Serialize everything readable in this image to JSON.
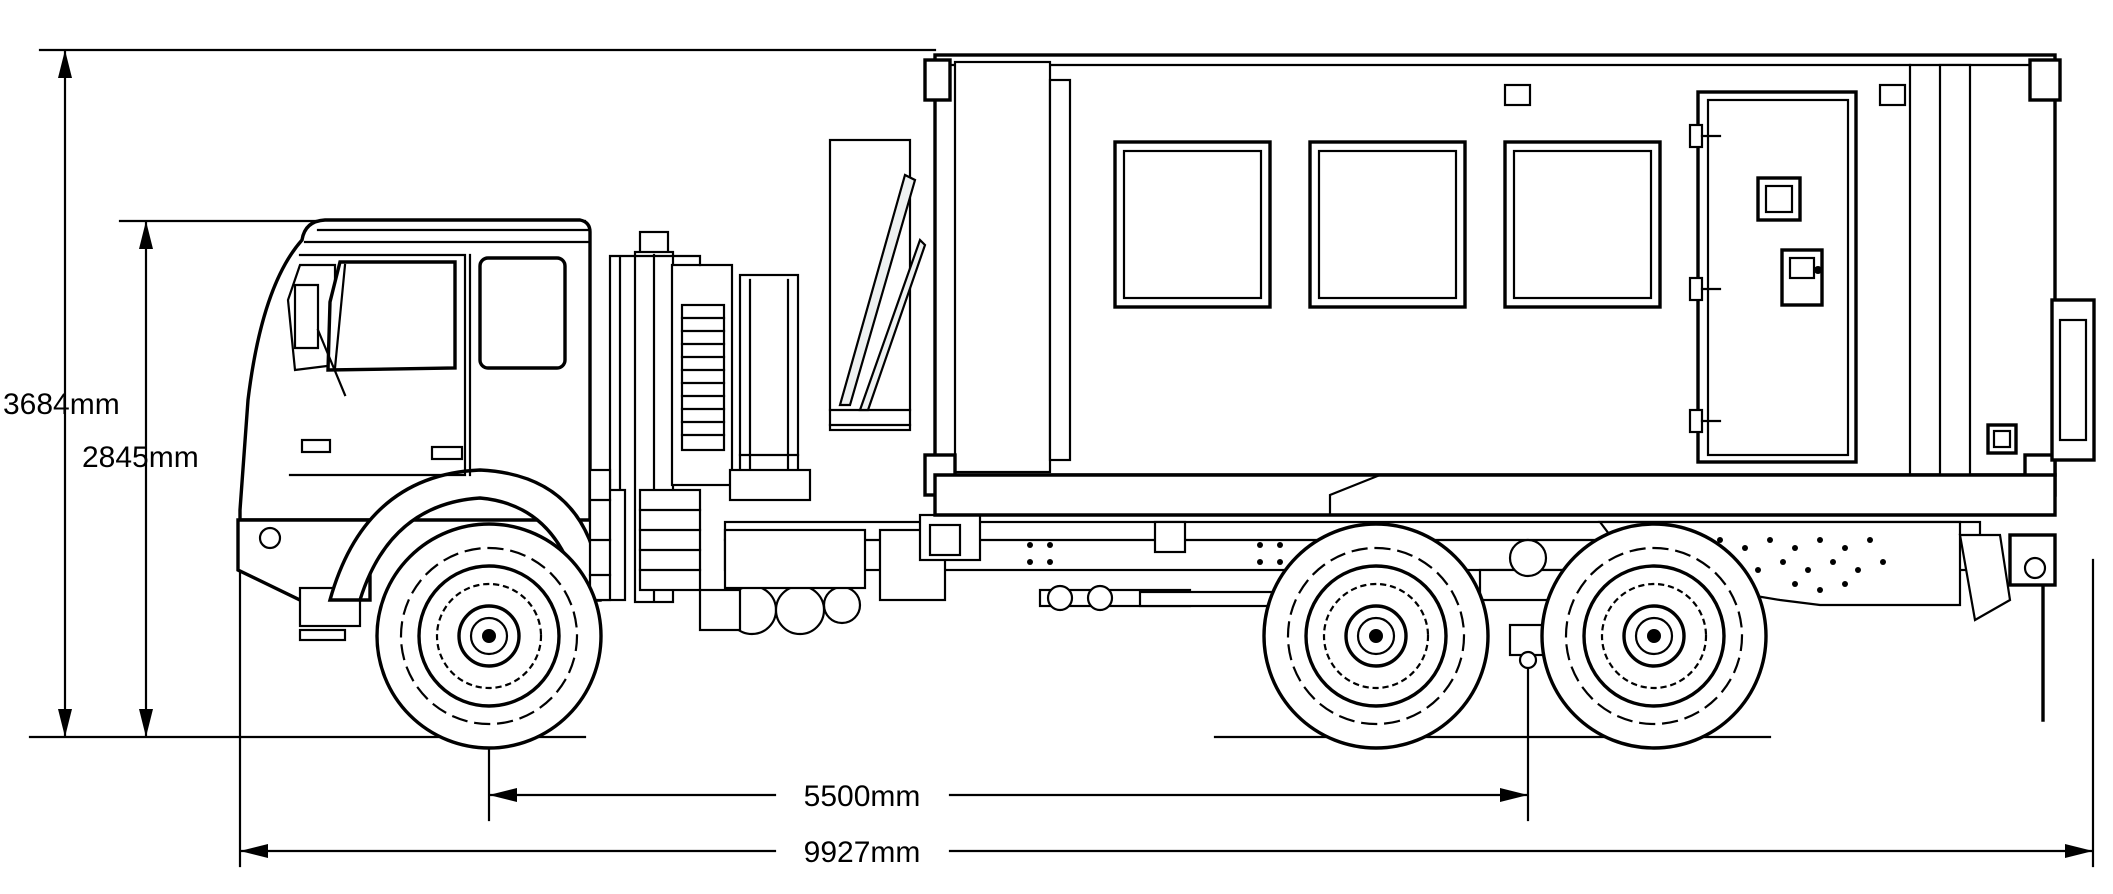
{
  "dimensions": {
    "overall_height": "3684mm",
    "cab_height": "2845mm",
    "wheelbase": "5500mm",
    "overall_length": "9927mm"
  }
}
